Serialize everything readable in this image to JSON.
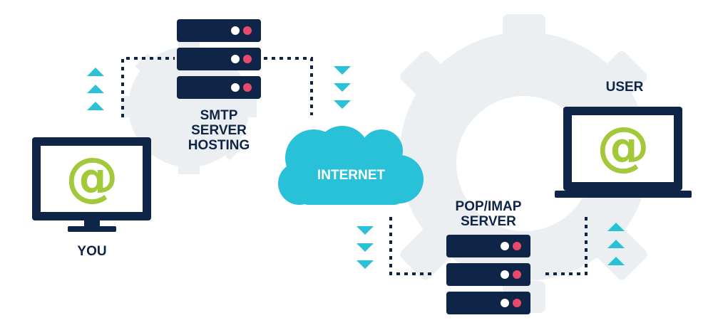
{
  "labels": {
    "smtp": [
      "SMTP",
      "SERVER",
      "HOSTING"
    ],
    "internet": "INTERNET",
    "pop": [
      "POP/IMAP",
      "SERVER"
    ],
    "you": "YOU",
    "user": "USER",
    "at_symbol": "@"
  },
  "icons": {
    "smtp_server": "server-stack-icon",
    "pop_server": "server-stack-icon",
    "internet": "cloud-icon",
    "you": "desktop-monitor-icon",
    "user": "laptop-icon",
    "arrows": "triangle-arrow-icon",
    "background": "gear-icon"
  },
  "colors": {
    "navy": "#0f2547",
    "cyan": "#29c1d8",
    "green": "#a3c83a",
    "pink": "#e94a6b",
    "gear": "#eceff2"
  }
}
